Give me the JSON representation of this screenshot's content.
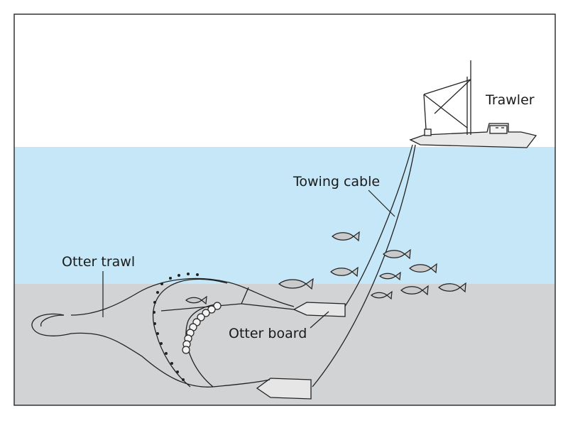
{
  "labels": {
    "trawler": "Trawler",
    "towing_cable": "Towing cable",
    "otter_trawl": "Otter trawl",
    "otter_board": "Otter board"
  },
  "colors": {
    "sky": "#ffffff",
    "water": "#c5e7f7",
    "seabed": "#d2d3d5",
    "fish": "#c9cacc",
    "outline": "#222222",
    "frame": "#333333"
  }
}
